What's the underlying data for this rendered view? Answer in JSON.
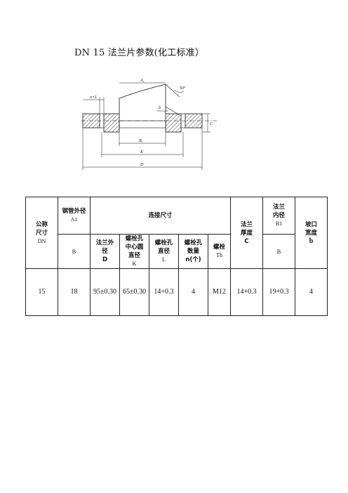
{
  "title": "DN 15 法兰片参数(化工标准）",
  "drawing": {
    "dim_A1": "A₁",
    "dim_angle": "50°",
    "dim_n_L": "n×L",
    "dim_b": "b",
    "dim_C": "C",
    "dim_B1": "B₁",
    "dim_K": "K",
    "dim_D": "D"
  },
  "table": {
    "h_dn_1": "公称",
    "h_dn_2": "尺寸",
    "h_dn_3": "DN",
    "h_pipe_1": "钢管外径",
    "h_pipe_2": "A1",
    "h_pipe_3": "B",
    "h_conn": "连接尺寸",
    "h_thick_1": "法兰",
    "h_thick_2": "厚度",
    "h_thick_3": "C",
    "h_inner_1": "法兰",
    "h_inner_2": "内径",
    "h_inner_3": "B1",
    "h_inner_4": "B",
    "h_bevel_1": "坡口",
    "h_bevel_2": "宽度",
    "h_bevel_3": "b",
    "h_od_1": "法兰外",
    "h_od_2": "径",
    "h_od_3": "D",
    "h_pcd_1": "螺栓孔",
    "h_pcd_2": "中心圆",
    "h_pcd_3": "直径",
    "h_pcd_4": "K",
    "h_hole_1": "螺栓孔",
    "h_hole_2": "直径",
    "h_hole_3": "L",
    "h_count_1": "螺栓孔",
    "h_count_2": "数量",
    "h_count_3": "n(个)",
    "h_bolt_1": "螺栓",
    "h_bolt_2": "Th",
    "row": [
      "15",
      "18",
      "95±0.30",
      "65±0.30",
      "14+0.3",
      "4",
      "M12",
      "14+0.3",
      "19+0.3",
      "4"
    ]
  }
}
